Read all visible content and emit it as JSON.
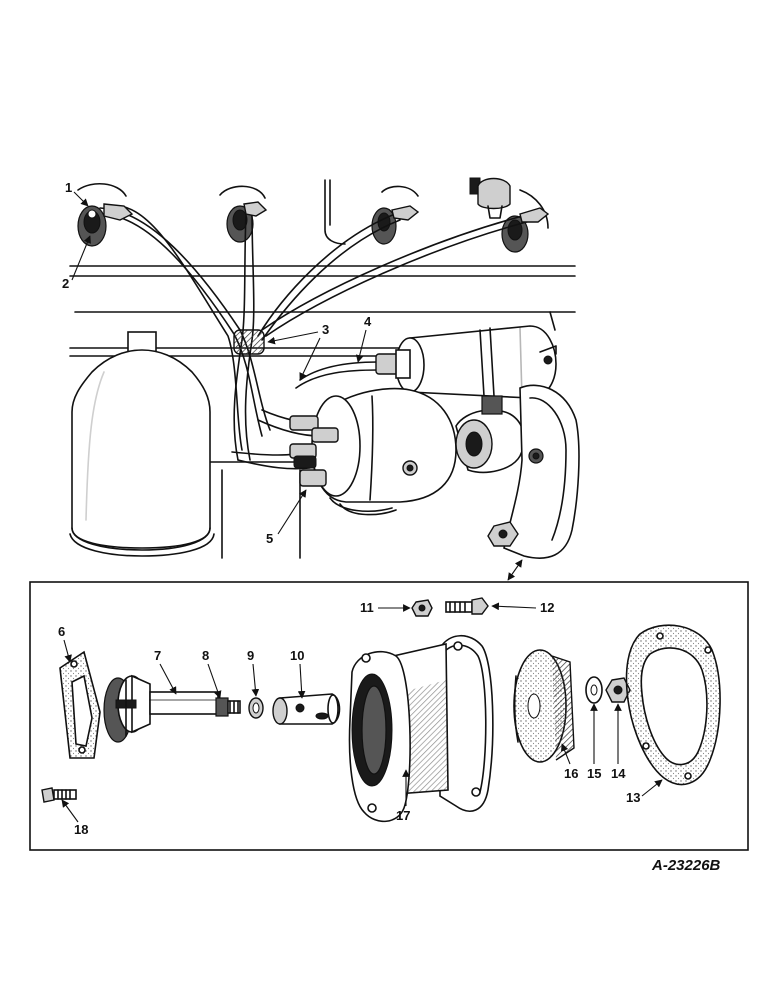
{
  "drawing_id": "A-23226B",
  "callouts": [
    "1",
    "2",
    "3",
    "4",
    "5",
    "6",
    "7",
    "8",
    "9",
    "10",
    "11",
    "12",
    "13",
    "14",
    "15",
    "16",
    "17",
    "18"
  ]
}
